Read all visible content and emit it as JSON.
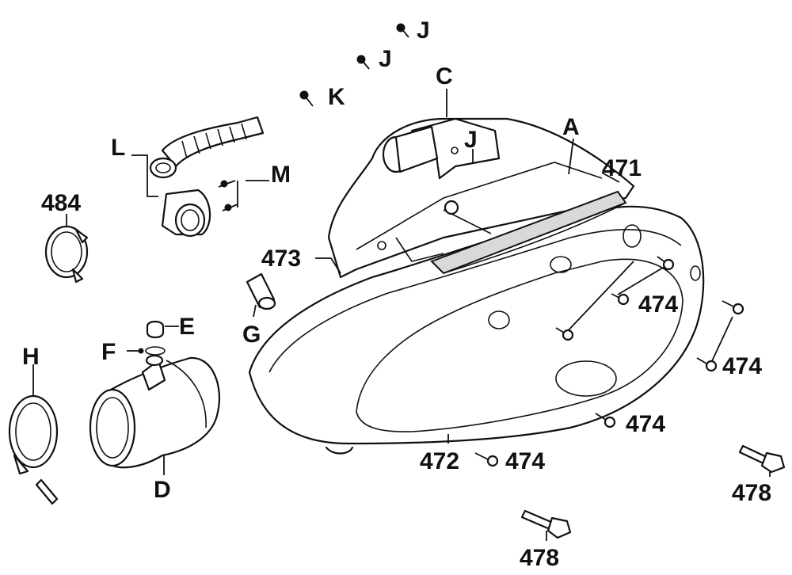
{
  "labels": {
    "A": "A",
    "C": "C",
    "D": "D",
    "E": "E",
    "F": "F",
    "G": "G",
    "H": "H",
    "J": "J",
    "K": "K",
    "L": "L",
    "M": "M",
    "p471": "471",
    "p472": "472",
    "p473": "473",
    "p474": "474",
    "p478": "478",
    "p484": "484"
  }
}
